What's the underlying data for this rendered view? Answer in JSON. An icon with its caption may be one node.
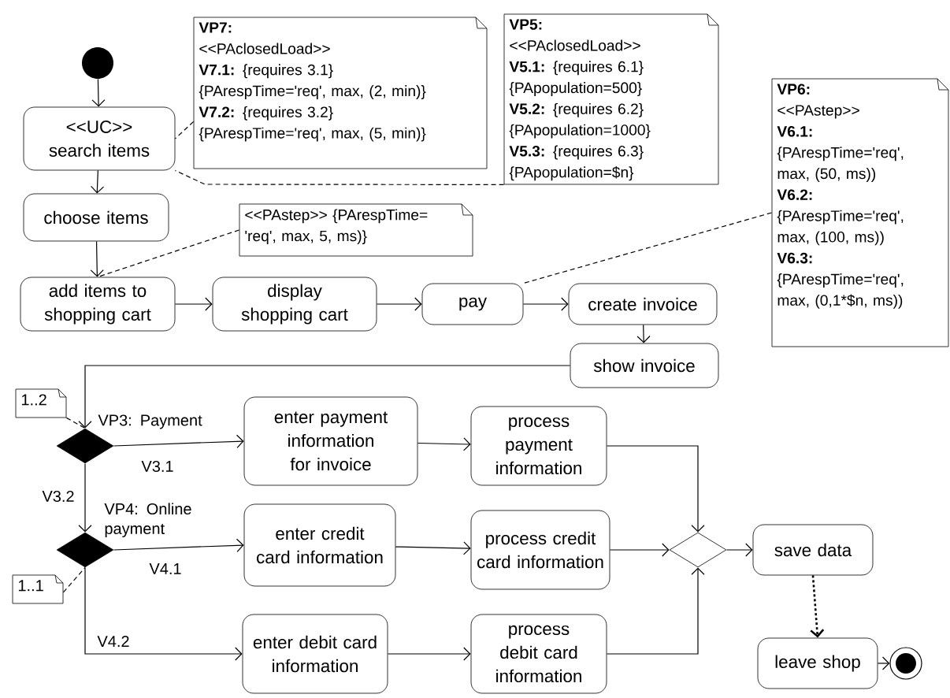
{
  "diagram": {
    "nodes": [
      {
        "text": [],
        "shape": "circle"
      },
      {
        "text": [
          "<<UC>> search items"
        ]
      },
      {
        "text": [
          "choose items"
        ]
      },
      {
        "text": [
          "add items to shopping cart"
        ]
      },
      {
        "text": [
          "display shopping cart"
        ]
      },
      {
        "text": [
          "pay"
        ]
      },
      {
        "text": [
          "create invoice"
        ]
      },
      {
        "text": [
          "show invoice"
        ]
      },
      {
        "text": [],
        "shape": "diamond",
        "beside": [
          "VP3: Payment"
        ]
      },
      {
        "text": [
          "enter payment information for invoice"
        ]
      },
      {
        "text": [
          "process payment information"
        ]
      },
      {
        "text": [],
        "shape": "diamond",
        "beside": [
          "VP4: Online payment"
        ]
      },
      {
        "text": [
          "enter credit card information"
        ]
      },
      {
        "text": [
          "process credit card information"
        ]
      },
      {
        "text": [
          "enter debit card information"
        ]
      },
      {
        "text": [
          "process debit card information"
        ]
      },
      {
        "text": [],
        "shape": "diamond"
      },
      {
        "text": [
          "save data"
        ]
      },
      {
        "text": [
          "leave shop"
        ]
      },
      {
        "text": [],
        "shape": "circle"
      },
      {
        "text": [
          "VP7:",
          "<<PAclosedLoad>>",
          "**V7.1:** {requires 3.1}",
          "{PArespTime='req', max, (2, min)}",
          "**V7.2:** {requires 3.2}",
          "{PArespTime='req', max, (5, min)}"
        ]
      },
      {
        "text": [
          "VP5:",
          "<<PAclosedLoad>>",
          "**V5.1:** {requires 6.1}",
          "{PApopulation=500}",
          "**V5.2:** {requires 6.2}",
          "{PApopulation=1000}",
          "**V5.3:** {requires 6.3}",
          "{PApopulation=$n}"
        ]
      },
      {
        "text": [
          "VP6:",
          "<<PAstep>>",
          "V6.1:",
          "{PArespTime='req', max, (50, ms))",
          "V6.2:",
          "{PArespTime='req', max, (100, ms))",
          "V6.3:",
          "{PArespTime='req', max, (0,1*$n, ms))"
        ]
      },
      {
        "text": [
          "<<PAstep>> {PArespTime= 'req', max, 5, ms)}"
        ]
      },
      {
        "text": [
          "1..2"
        ]
      },
      {
        "text": [
          "1..1"
        ]
      }
    ],
    "edges": [
      {
        "from": 0,
        "to": 1,
        "arrow": "to"
      },
      {
        "from": 1,
        "to": 2,
        "arrow": "to"
      },
      {
        "from": 2,
        "to": 3,
        "arrow": "to"
      },
      {
        "from": 3,
        "to": 4,
        "arrow": "to"
      },
      {
        "from": 4,
        "to": 5,
        "arrow": "to"
      },
      {
        "from": 5,
        "to": 6,
        "arrow": "to"
      },
      {
        "from": 6,
        "to": 7,
        "arrow": "to"
      },
      {
        "from": 7,
        "to": 8,
        "arrow": "to"
      },
      {
        "from": 8,
        "to": 9,
        "arrow": "to",
        "label": "V3.1"
      },
      {
        "from": 8,
        "to": 11,
        "arrow": "to",
        "label": "V3.2"
      },
      {
        "from": 9,
        "to": 10,
        "arrow": "to"
      },
      {
        "from": 11,
        "to": 12,
        "arrow": "to",
        "label": "V4.1"
      },
      {
        "from": 11,
        "to": 14,
        "arrow": "to",
        "label": "V4.2"
      },
      {
        "from": 12,
        "to": 13,
        "arrow": "to"
      },
      {
        "from": 14,
        "to": 15,
        "arrow": "to"
      },
      {
        "from": 10,
        "to": 16,
        "arrow": "to"
      },
      {
        "from": 13,
        "to": 16,
        "arrow": "to"
      },
      {
        "from": 15,
        "to": 16,
        "arrow": "to"
      },
      {
        "from": 16,
        "to": 17,
        "arrow": "to"
      },
      {
        "from": 17,
        "to": 18,
        "arrow": "to",
        "style": "dashed"
      },
      {
        "from": 18,
        "to": 19,
        "arrow": "to"
      },
      {
        "from": 20,
        "to": 1,
        "arrow": "none",
        "style": "dashed"
      },
      {
        "from": 21,
        "to": 1,
        "arrow": "none",
        "style": "dashed"
      },
      {
        "from": 23,
        "to": 3,
        "arrow": "none",
        "style": "dashed"
      },
      {
        "from": 22,
        "to": 5,
        "arrow": "none",
        "style": "dashed"
      },
      {
        "from": 24,
        "to": 8,
        "arrow": "none",
        "style": "dashed"
      },
      {
        "from": 25,
        "to": 11,
        "arrow": "none",
        "style": "dashed"
      }
    ]
  }
}
